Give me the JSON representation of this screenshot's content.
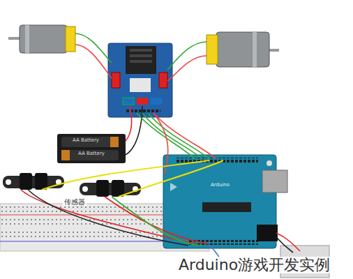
{
  "diagram": {
    "labels": [
      "AA Battery",
      "AA Battery",
      "传感器",
      "Arduino",
      "Arduino游戏开发实例"
    ]
  }
}
